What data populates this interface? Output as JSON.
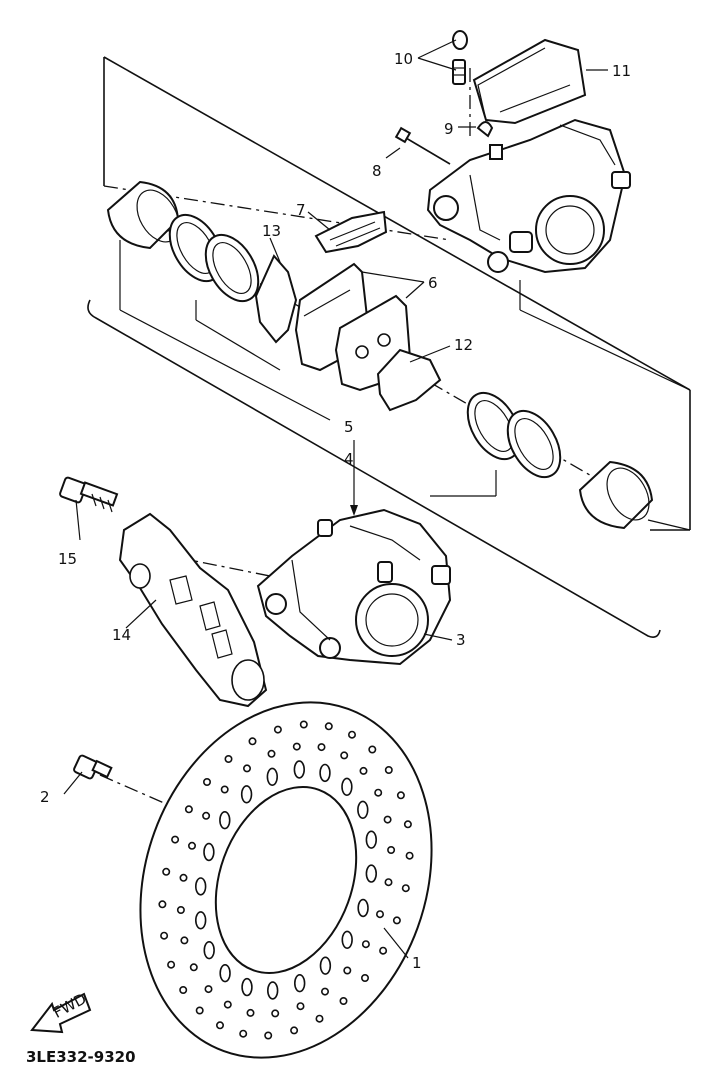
{
  "callouts": {
    "c1": "1",
    "c2": "2",
    "c3": "3",
    "c4": "4",
    "c5": "5",
    "c6": "6",
    "c7": "7",
    "c8": "8",
    "c9": "9",
    "c10": "10",
    "c11": "11",
    "c12": "12",
    "c13": "13",
    "c14": "14",
    "c15": "15"
  },
  "fwd_label": "FWD",
  "drawing_code": "3LE332-9320"
}
